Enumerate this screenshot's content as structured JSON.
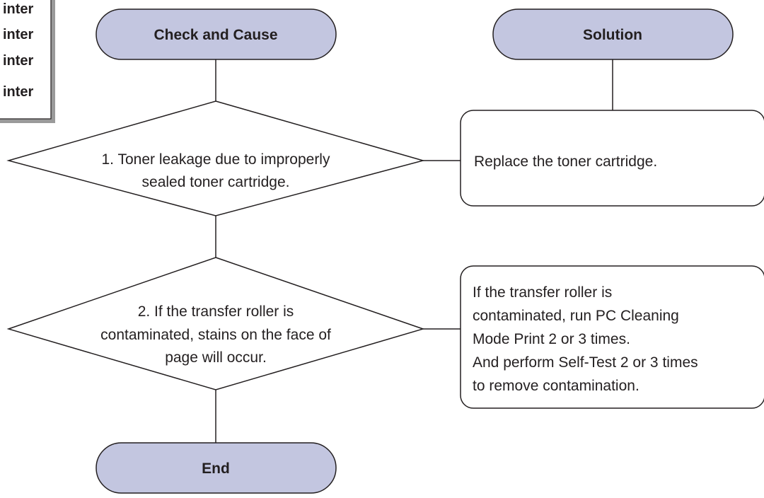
{
  "sample_thumbnail": {
    "lines": [
      "inter",
      "inter",
      "inter",
      "inter"
    ]
  },
  "flow": {
    "start_label": "Check and Cause",
    "solution_label": "Solution",
    "end_label": "End",
    "step1": {
      "lines": [
        "1. Toner leakage due to improperly",
        "sealed toner cartridge."
      ],
      "solution": [
        "Replace the toner cartridge."
      ]
    },
    "step2": {
      "lines": [
        "2. If the transfer roller is",
        "contaminated, stains on the face of",
        "page will occur."
      ],
      "solution": [
        "If the transfer roller is",
        "contaminated, run PC Cleaning",
        "Mode Print 2 or 3 times.",
        "And perform Self-Test 2 or 3 times",
        "to remove contamination."
      ]
    }
  },
  "colors": {
    "terminal_fill": "#c3c6e0",
    "stroke": "#231f20",
    "text": "#231f20",
    "background": "#ffffff"
  }
}
